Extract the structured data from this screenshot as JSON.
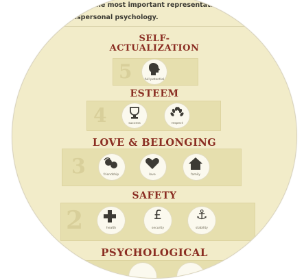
{
  "intro": {
    "line1": "...e of the most important representatives",
    "line2": "...anspersonal psychology."
  },
  "levels": [
    {
      "title": "SELF-\nACTUALIZATION",
      "title_line1": "SELF-",
      "title_line2": "ACTUALIZATION",
      "number": "5",
      "items": [
        {
          "icon": "head-icon",
          "label": "full potential"
        }
      ]
    },
    {
      "title": "ESTEEM",
      "number": "4",
      "items": [
        {
          "icon": "trophy-icon",
          "label": "success"
        },
        {
          "icon": "laurel-icon",
          "label": "respect"
        }
      ]
    },
    {
      "title": "LOVE & BELONGING",
      "number": "3",
      "items": [
        {
          "icon": "people-icon",
          "label": "friendship"
        },
        {
          "icon": "heart-icon",
          "label": "love"
        },
        {
          "icon": "house-icon",
          "label": "family"
        }
      ]
    },
    {
      "title": "SAFETY",
      "number": "2",
      "items": [
        {
          "icon": "cross-icon",
          "label": "health"
        },
        {
          "icon": "pound-icon",
          "label": "security",
          "glyph": "£"
        },
        {
          "icon": "anchor-icon",
          "label": "stability",
          "glyph": "⚓"
        }
      ]
    },
    {
      "title": "PSYCHOLOGICAL",
      "number": "",
      "items": []
    }
  ],
  "colors": {
    "background": "#f2ecc9",
    "band": "#e6dfae",
    "title": "#8a2d22",
    "number": "#d8cf9a",
    "icon": "#3d3b35"
  }
}
